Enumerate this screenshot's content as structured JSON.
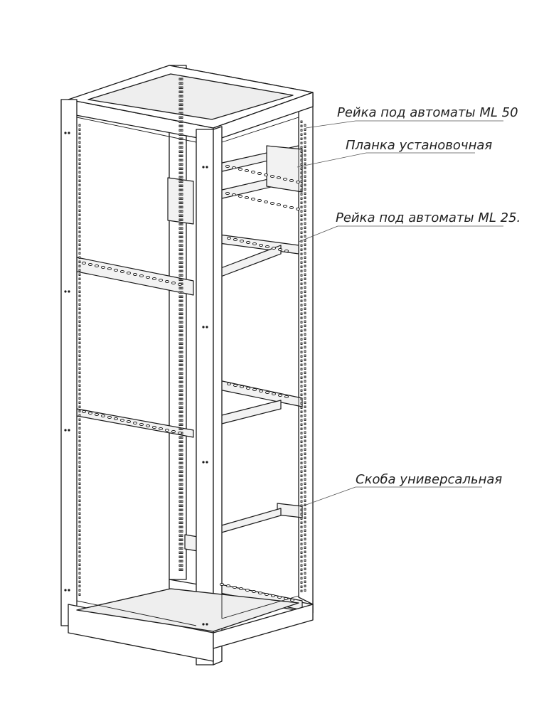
{
  "labels": {
    "rail_ml50": "Рейка под автоматы ML 50",
    "mounting_plate": "Планка установочная",
    "rail_ml25": "Рейка под автоматы ML 25.",
    "universal_bracket": "Скоба универсальная"
  }
}
